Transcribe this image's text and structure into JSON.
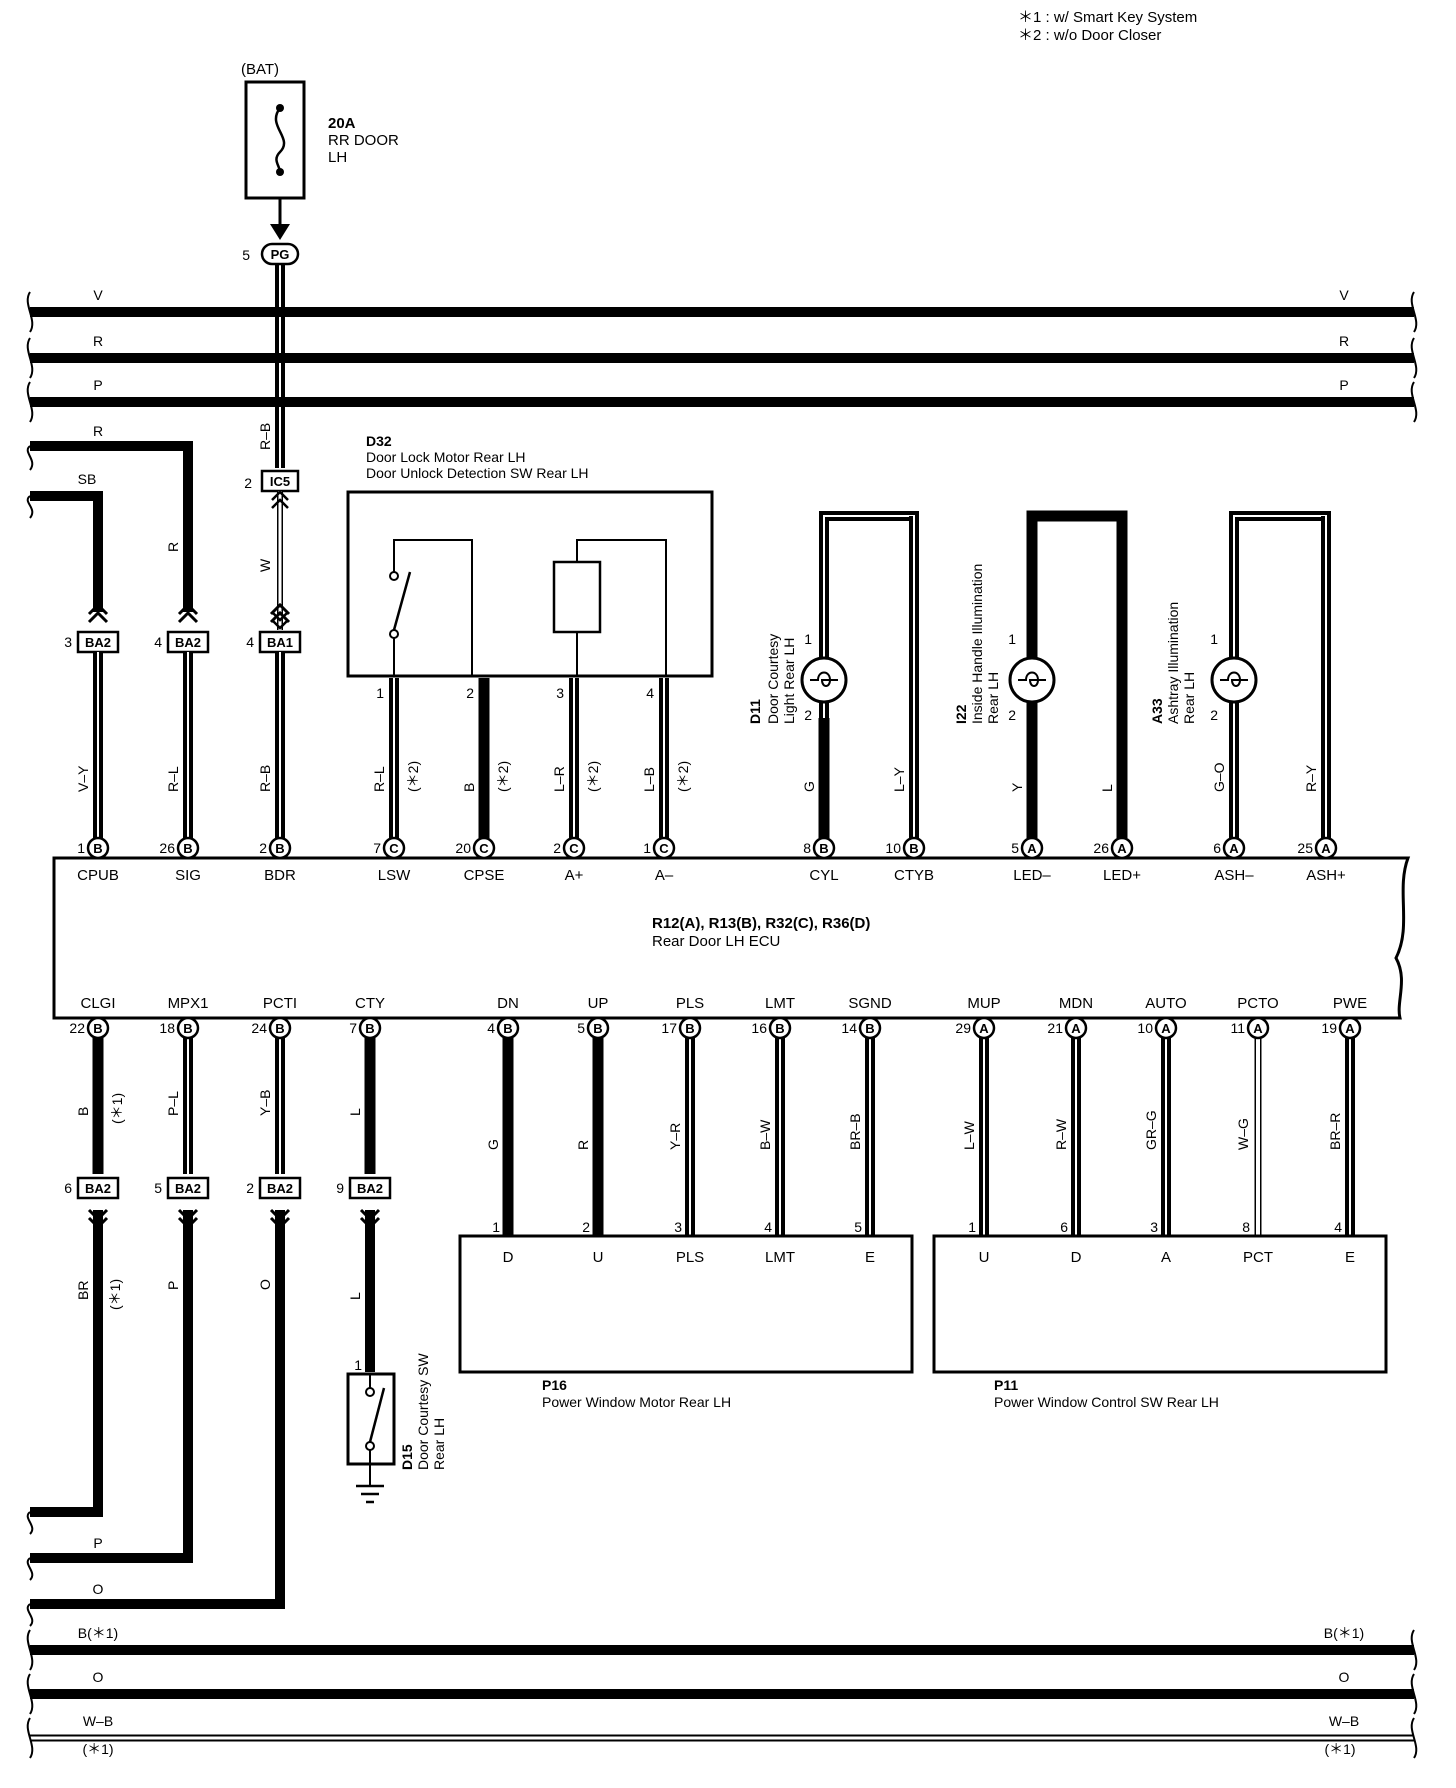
{
  "notes": [
    "＊1 : w/ Smart Key System",
    "＊2 : w/o Door Closer"
  ],
  "fuse": {
    "source": "(BAT)",
    "rating": "20A",
    "name1": "RR DOOR",
    "name2": "LH"
  },
  "top_buses": [
    {
      "color": "V",
      "right": "V"
    },
    {
      "color": "R",
      "right": "R"
    },
    {
      "color": "P",
      "right": "P"
    }
  ],
  "bottom_buses": [
    {
      "color": "B(＊1)",
      "right": "B(＊1)"
    },
    {
      "color": "O",
      "right": "O"
    },
    {
      "color": "W–B",
      "right": "W–B"
    }
  ],
  "bottom_note": {
    "left": "(＊1)",
    "right": "(＊1)"
  },
  "left_feeds": {
    "r": "R",
    "sb": "SB",
    "p": "P",
    "o": "O"
  },
  "junctions": {
    "pg": {
      "pin": "5",
      "label": "PG"
    },
    "ic5": {
      "pin": "2",
      "label": "IC5"
    },
    "upper": [
      {
        "pin": "3",
        "label": "BA2"
      },
      {
        "pin": "4",
        "label": "BA2"
      },
      {
        "pin": "4",
        "label": "BA1"
      }
    ],
    "lower": [
      {
        "pin": "6",
        "label": "BA2"
      },
      {
        "pin": "5",
        "label": "BA2"
      },
      {
        "pin": "2",
        "label": "BA2"
      },
      {
        "pin": "9",
        "label": "BA2"
      }
    ]
  },
  "feed_wires": {
    "rb": "R–B",
    "w": "W",
    "r": "R"
  },
  "ecu": {
    "title": "R12(A), R13(B), R32(C), R36(D)",
    "name": "Rear Door LH ECU",
    "top_terminals": [
      {
        "pin": "1",
        "conn": "B",
        "name": "CPUB",
        "wire": "V–Y",
        "note": ""
      },
      {
        "pin": "26",
        "conn": "B",
        "name": "SIG",
        "wire": "R–L",
        "note": ""
      },
      {
        "pin": "2",
        "conn": "B",
        "name": "BDR",
        "wire": "R–B",
        "note": ""
      },
      {
        "pin": "7",
        "conn": "C",
        "name": "LSW",
        "wire": "R–L",
        "note": "(＊2)"
      },
      {
        "pin": "20",
        "conn": "C",
        "name": "CPSE",
        "wire": "B",
        "note": "(＊2)"
      },
      {
        "pin": "2",
        "conn": "C",
        "name": "A+",
        "wire": "L–R",
        "note": "(＊2)"
      },
      {
        "pin": "1",
        "conn": "C",
        "name": "A–",
        "wire": "L–B",
        "note": "(＊2)"
      },
      {
        "pin": "8",
        "conn": "B",
        "name": "CYL",
        "wire": "G",
        "note": ""
      },
      {
        "pin": "10",
        "conn": "B",
        "name": "CTYB",
        "wire": "L–Y",
        "note": ""
      },
      {
        "pin": "5",
        "conn": "A",
        "name": "LED–",
        "wire": "Y",
        "note": ""
      },
      {
        "pin": "26",
        "conn": "A",
        "name": "LED+",
        "wire": "L",
        "note": ""
      },
      {
        "pin": "6",
        "conn": "A",
        "name": "ASH–",
        "wire": "G–O",
        "note": ""
      },
      {
        "pin": "25",
        "conn": "A",
        "name": "ASH+",
        "wire": "R–Y",
        "note": ""
      }
    ],
    "bottom_terminals": [
      {
        "pin": "22",
        "conn": "B",
        "name": "CLGI",
        "wire": "B",
        "note": "(＊1)"
      },
      {
        "pin": "18",
        "conn": "B",
        "name": "MPX1",
        "wire": "P–L",
        "note": ""
      },
      {
        "pin": "24",
        "conn": "B",
        "name": "PCTI",
        "wire": "Y–B",
        "note": ""
      },
      {
        "pin": "7",
        "conn": "B",
        "name": "CTY",
        "wire": "L",
        "note": ""
      },
      {
        "pin": "4",
        "conn": "B",
        "name": "DN",
        "wire": "G",
        "note": ""
      },
      {
        "pin": "5",
        "conn": "B",
        "name": "UP",
        "wire": "R",
        "note": ""
      },
      {
        "pin": "17",
        "conn": "B",
        "name": "PLS",
        "wire": "Y–R",
        "note": ""
      },
      {
        "pin": "16",
        "conn": "B",
        "name": "LMT",
        "wire": "B–W",
        "note": ""
      },
      {
        "pin": "14",
        "conn": "B",
        "name": "SGND",
        "wire": "BR–B",
        "note": ""
      },
      {
        "pin": "29",
        "conn": "A",
        "name": "MUP",
        "wire": "L–W",
        "note": ""
      },
      {
        "pin": "21",
        "conn": "A",
        "name": "MDN",
        "wire": "R–W",
        "note": ""
      },
      {
        "pin": "10",
        "conn": "A",
        "name": "AUTO",
        "wire": "GR–G",
        "note": ""
      },
      {
        "pin": "11",
        "conn": "A",
        "name": "PCTO",
        "wire": "W–G",
        "note": ""
      },
      {
        "pin": "19",
        "conn": "A",
        "name": "PWE",
        "wire": "BR–R",
        "note": ""
      }
    ]
  },
  "lower_left_wires": [
    {
      "wire": "BR",
      "note": "(＊1)"
    },
    {
      "wire": "P",
      "note": ""
    },
    {
      "wire": "O",
      "note": ""
    },
    {
      "wire": "L",
      "note": ""
    }
  ],
  "d32": {
    "code": "D32",
    "name1": "Door Lock Motor Rear LH",
    "name2": "Door Unlock Detection SW Rear LH",
    "pins": [
      "1",
      "2",
      "3",
      "4"
    ]
  },
  "d11": {
    "code": "D11",
    "name1": "Door Courtesy",
    "name2": "Light Rear LH",
    "pin1": "1",
    "pin2": "2"
  },
  "i22": {
    "code": "I22",
    "name1": "Inside Handle Illumination",
    "name2": "Rear LH",
    "pin1": "1",
    "pin2": "2"
  },
  "a33": {
    "code": "A33",
    "name1": "Ashtray Illumination",
    "name2": "Rear LH",
    "pin1": "1",
    "pin2": "2"
  },
  "d15": {
    "code": "D15",
    "name1": "Door Courtesy SW",
    "name2": "Rear LH",
    "pin": "1"
  },
  "p16": {
    "code": "P16",
    "name": "Power Window Motor Rear LH",
    "pins": [
      {
        "pin": "1",
        "label": "D"
      },
      {
        "pin": "2",
        "label": "U"
      },
      {
        "pin": "3",
        "label": "PLS"
      },
      {
        "pin": "4",
        "label": "LMT"
      },
      {
        "pin": "5",
        "label": "E"
      }
    ]
  },
  "p11": {
    "code": "P11",
    "name": "Power Window Control SW Rear LH",
    "pins": [
      {
        "pin": "1",
        "label": "U"
      },
      {
        "pin": "6",
        "label": "D"
      },
      {
        "pin": "3",
        "label": "A"
      },
      {
        "pin": "8",
        "label": "PCT"
      },
      {
        "pin": "4",
        "label": "E"
      }
    ]
  }
}
